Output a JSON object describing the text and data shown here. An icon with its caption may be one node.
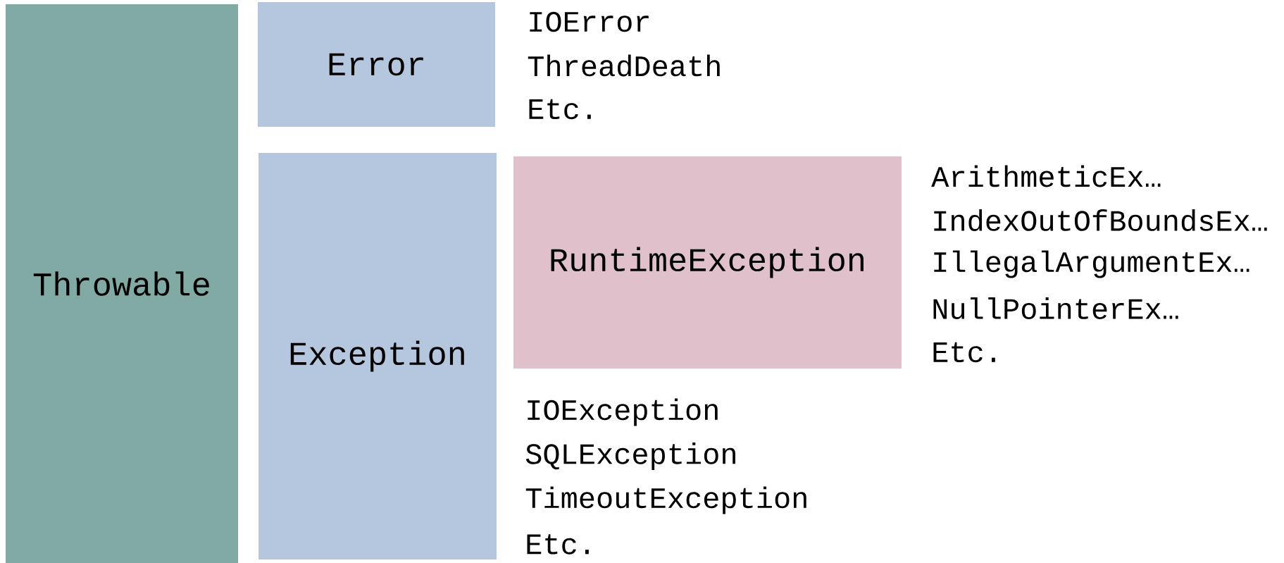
{
  "diagram": {
    "nodes": [
      {
        "text": [
          "Throwable"
        ]
      },
      {
        "text": [
          "Error"
        ],
        "beside": [
          "IOError",
          "ThreadDeath",
          "Etc."
        ]
      },
      {
        "text": [
          "Exception"
        ],
        "beside": [
          "IOException",
          "SQLException",
          "TimeoutException",
          "Etc."
        ]
      },
      {
        "text": [
          "RuntimeException"
        ],
        "beside": [
          "ArithmeticEx…",
          "IndexOutOfBoundsEx…",
          "IllegalArgumentEx…",
          "NullPointerEx…",
          "Etc."
        ]
      }
    ]
  }
}
